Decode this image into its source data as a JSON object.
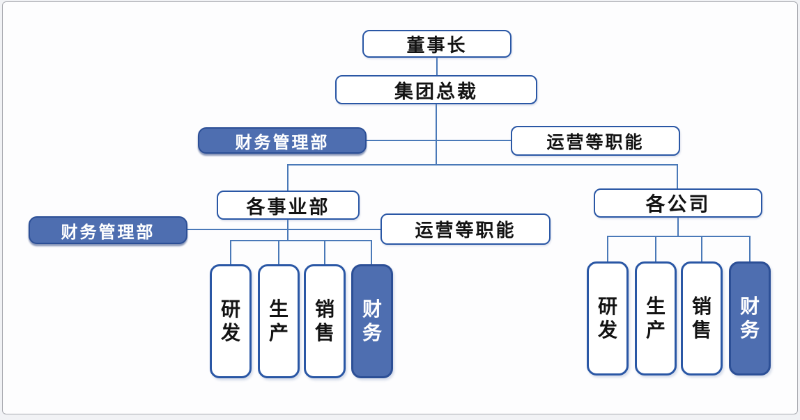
{
  "colors": {
    "page_bg": "#f1f2f5",
    "card_bg": "#fdfdfe",
    "card_border": "#a6a8ae",
    "node_border": "#2a57a5",
    "node_bg": "#ffffff",
    "node_text": "#131313",
    "accent_fill": "#4e6eb0",
    "accent_border": "#2c4f96",
    "accent_text": "#ffffff",
    "line": "#4a79b8"
  },
  "nodes": {
    "chairman": {
      "label": "董事长"
    },
    "president": {
      "label": "集团总裁"
    },
    "group_finance_dept": {
      "label": "财务管理部"
    },
    "group_operations": {
      "label": "运营等职能"
    },
    "business_divisions": {
      "label": "各事业部"
    },
    "division_finance_dept": {
      "label": "财务管理部"
    },
    "division_operations": {
      "label": "运营等职能"
    },
    "companies": {
      "label": "各公司"
    },
    "division_children": [
      {
        "label": "研发"
      },
      {
        "label": "生产"
      },
      {
        "label": "销售"
      },
      {
        "label": "财务"
      }
    ],
    "company_children": [
      {
        "label": "研发"
      },
      {
        "label": "生产"
      },
      {
        "label": "销售"
      },
      {
        "label": "财务"
      }
    ]
  }
}
